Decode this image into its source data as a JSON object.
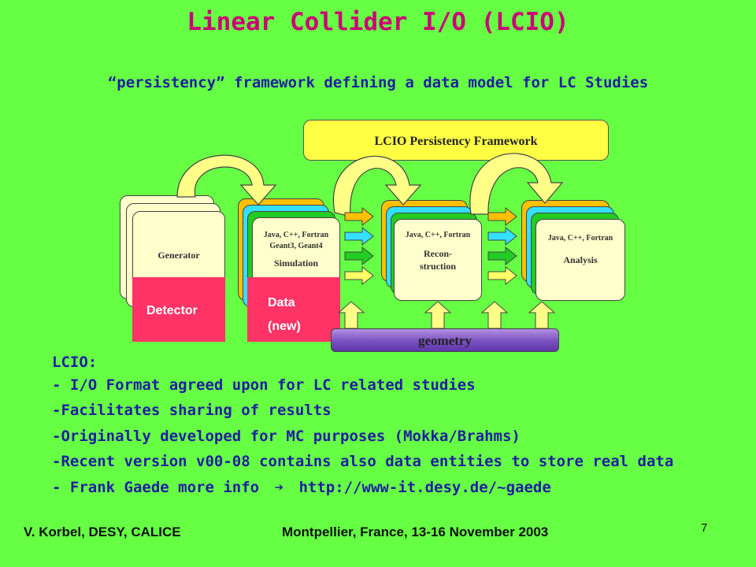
{
  "title": "Linear Collider I/O (LCIO)",
  "subtitle": "“persistency” framework defining a data model for LC Studies",
  "diagram": {
    "framework_label": "LCIO Persistency Framework",
    "geometry_label": "geometry",
    "generator_label": "Generator",
    "detector_label": "Detector",
    "data_label_line1": "Data",
    "data_label_line2": "(new)",
    "simulation": {
      "lang": "Java, C++, Fortran",
      "tools": "Geant3, Geant4",
      "label": "Simulation"
    },
    "reconstruction": {
      "lang": "Java, C++, Fortran",
      "label_line1": "Recon-",
      "label_line2": "struction"
    },
    "analysis": {
      "lang": "Java, C++, Fortran",
      "label": "Analysis"
    },
    "colors": {
      "yellow": "#ffff44",
      "orange": "#ffc000",
      "cyan": "#33e0ff",
      "green": "#22cc22",
      "red": "#ff3366",
      "purple": "#7a4fc0"
    }
  },
  "body": {
    "heading": "LCIO:",
    "bullets": [
      "- I/O Format agreed upon for LC related studies",
      "-Facilitates sharing of results",
      "-Originally developed for MC purposes (Mokka/Brahms)",
      "-Recent version v00-08 contains also data entities to store real data"
    ],
    "last_bullet_prefix": "- Frank Gaede more info",
    "arrow_glyph": "➔",
    "last_bullet_link": "http://www-it.desy.de/~gaede"
  },
  "footer": {
    "author": "V. Korbel, DESY, CALICE",
    "event": "Montpellier, France, 13-16 November 2003",
    "page_number": "7"
  }
}
